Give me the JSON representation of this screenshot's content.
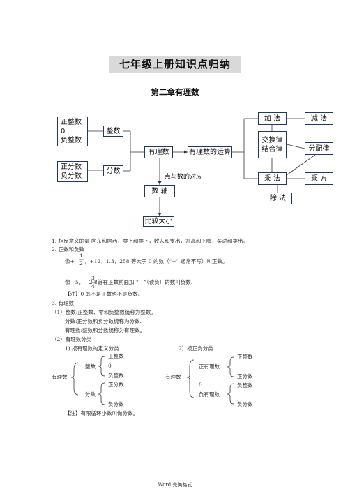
{
  "header": {
    "dot_left": "·",
    "dot_right": "·"
  },
  "title": "七年级上册知识点归纳",
  "chapter": "第二章有理数",
  "diagram": {
    "pos_int": "正整数",
    "zero": "0",
    "neg_int": "负整数",
    "integer": "整数",
    "pos_frac": "正分数",
    "neg_frac": "负分数",
    "fraction": "分数",
    "rational": "有理数",
    "operations": "有理数的运算",
    "point_correspond": "点与数的对应",
    "number_line": "数 轴",
    "compare": "比较大小",
    "add": "加 法",
    "subtract": "减 法",
    "comm_assoc_1": "交换律",
    "comm_assoc_2": "结合律",
    "distributive": "分配律",
    "multiply": "乘 法",
    "power": "乘 方",
    "divide": "除 法"
  },
  "text": {
    "l1": "1.   相反意义的量    向东和向西，零上和零下，收入和支出，升高和下降，买进和卖出。",
    "l2": "2.   正数和负数",
    "l3a": "像+",
    "l3frac_num": "1",
    "l3frac_den": "2",
    "l3b": "，+12，1.3，258 等大于 0 的数（“+” 通常不写）叫正数。",
    "l4a": "像—5，—2.8，−",
    "l4frac_num": "3",
    "l4frac_den": "4",
    "l4b": "等在正数前面加 “—”（读负）的数叫负数.",
    "l5": "【注】0 既不是正数也不是负数。",
    "l6": "3.   有理数",
    "l7": "（1）整数:正整数、零和负整数统称为整数。",
    "l8": "分数:正分数和负分数统称为分数.",
    "l9": "有理数:整数和分数统称为有理数。",
    "l10": "（2）有理数分类",
    "l11a": "1)   按有理数的定义分类",
    "l11b": "2）按正负分类",
    "t1_root": "有理数",
    "t1_int": "整数",
    "t1_posint": "正整数",
    "t1_zero": "0",
    "t1_negint": "负整数",
    "t1_frac": "分数",
    "t1_posfrac": "正分数",
    "t1_negfrac": "负分数",
    "t2_root": "有理数",
    "t2_pos": "正有理数",
    "t2_posint": "正整数",
    "t2_posfrac": "正分数",
    "t2_zero": "0",
    "t2_neg": "负有理数",
    "t2_negint": "负整数",
    "t2_negfrac": "负分数",
    "l12": "【注】有限循环小数叫做分数。"
  },
  "footer": "Word 完美格式"
}
